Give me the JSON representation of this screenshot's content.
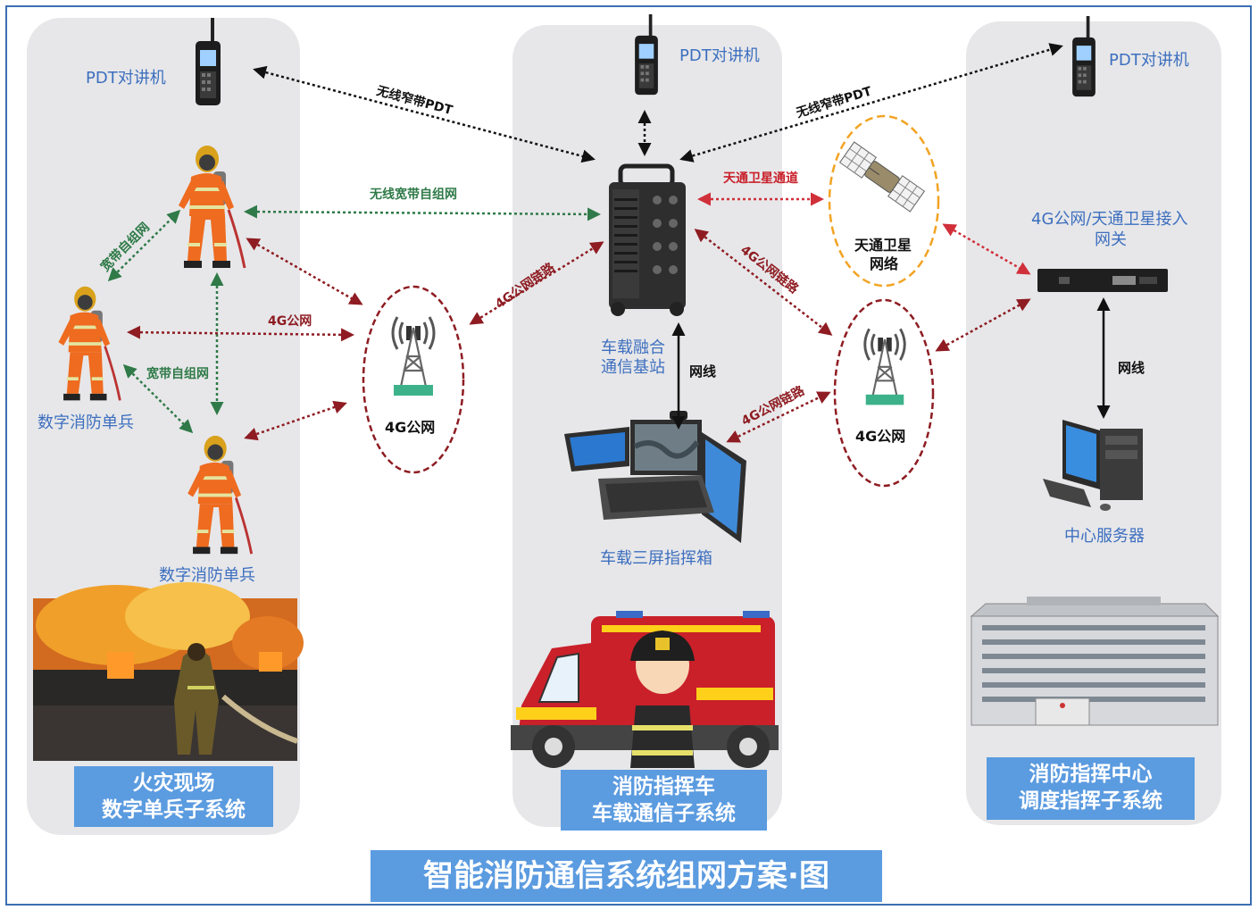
{
  "title": "智能消防通信系统组网方案·图",
  "left": {
    "pdt_label": "PDT对讲机",
    "soldier_label_1": "数字消防单兵",
    "soldier_label_2": "数字消防单兵",
    "link_broadband_1": "宽带自组网",
    "link_broadband_2": "宽带自组网",
    "link_4g": "4G公网",
    "banner_line1": "火灾现场",
    "banner_line2": "数字单兵子系统"
  },
  "middle": {
    "pdt_label": "PDT对讲机",
    "base_station_line1": "车载融合",
    "base_station_line2": "通信基站",
    "cable_label": "网线",
    "command_box_label": "车载三屏指挥箱",
    "banner_line1": "消防指挥车",
    "banner_line2": "车载通信子系统"
  },
  "right": {
    "pdt_label": "PDT对讲机",
    "gateway_line1": "4G公网/天通卫星接入",
    "gateway_line2": "网关",
    "cable_label": "网线",
    "server_label": "中心服务器",
    "banner_line1": "消防指挥中心",
    "banner_line2": "调度指挥子系统"
  },
  "links": {
    "narrowband_left": "无线窄带PDT",
    "narrowband_right": "无线窄带PDT",
    "wireless_broadband": "无线宽带自组网",
    "satellite_channel": "天通卫星通道",
    "link_4g_left": "4G公网链路",
    "link_4g_right_upper": "4G公网链路",
    "link_4g_right_lower": "4G公网链路"
  },
  "nodes": {
    "tower_left_label": "4G公网",
    "tower_right_label": "4G公网",
    "satellite_line1": "天通卫星",
    "satellite_line2": "网络"
  },
  "colors": {
    "banner_blue": "#5b9be0",
    "label_blue": "#3d6fbf",
    "link_green": "#2f7a48",
    "link_red": "#c8202a",
    "link_dark_red": "#8e1c22",
    "satellite_ring": "#f2a322"
  }
}
